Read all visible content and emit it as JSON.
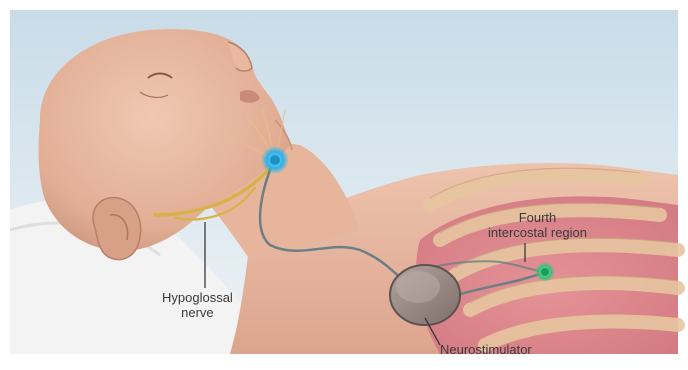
{
  "labels": {
    "fourth_intercostal": [
      "Fourth",
      "intercostal region"
    ],
    "hypoglossal": [
      "Hypoglossal",
      "nerve"
    ],
    "neurostimulator": "Neurostimulator"
  },
  "colors": {
    "background_top": "#c9dce8",
    "background_bottom": "#e9f1f5",
    "skin": "#e8bba3",
    "skin_shadow": "#c8917a",
    "nerve": "#d9b14a",
    "lead_wire": "#6a7f86",
    "electrode_blue": "#2fb2e6",
    "sensor_green": "#35c27a",
    "rib": "#e7c6a0",
    "lung": "#d97a86",
    "device": "#9a8a86",
    "pillow": "#f4f4f4"
  }
}
